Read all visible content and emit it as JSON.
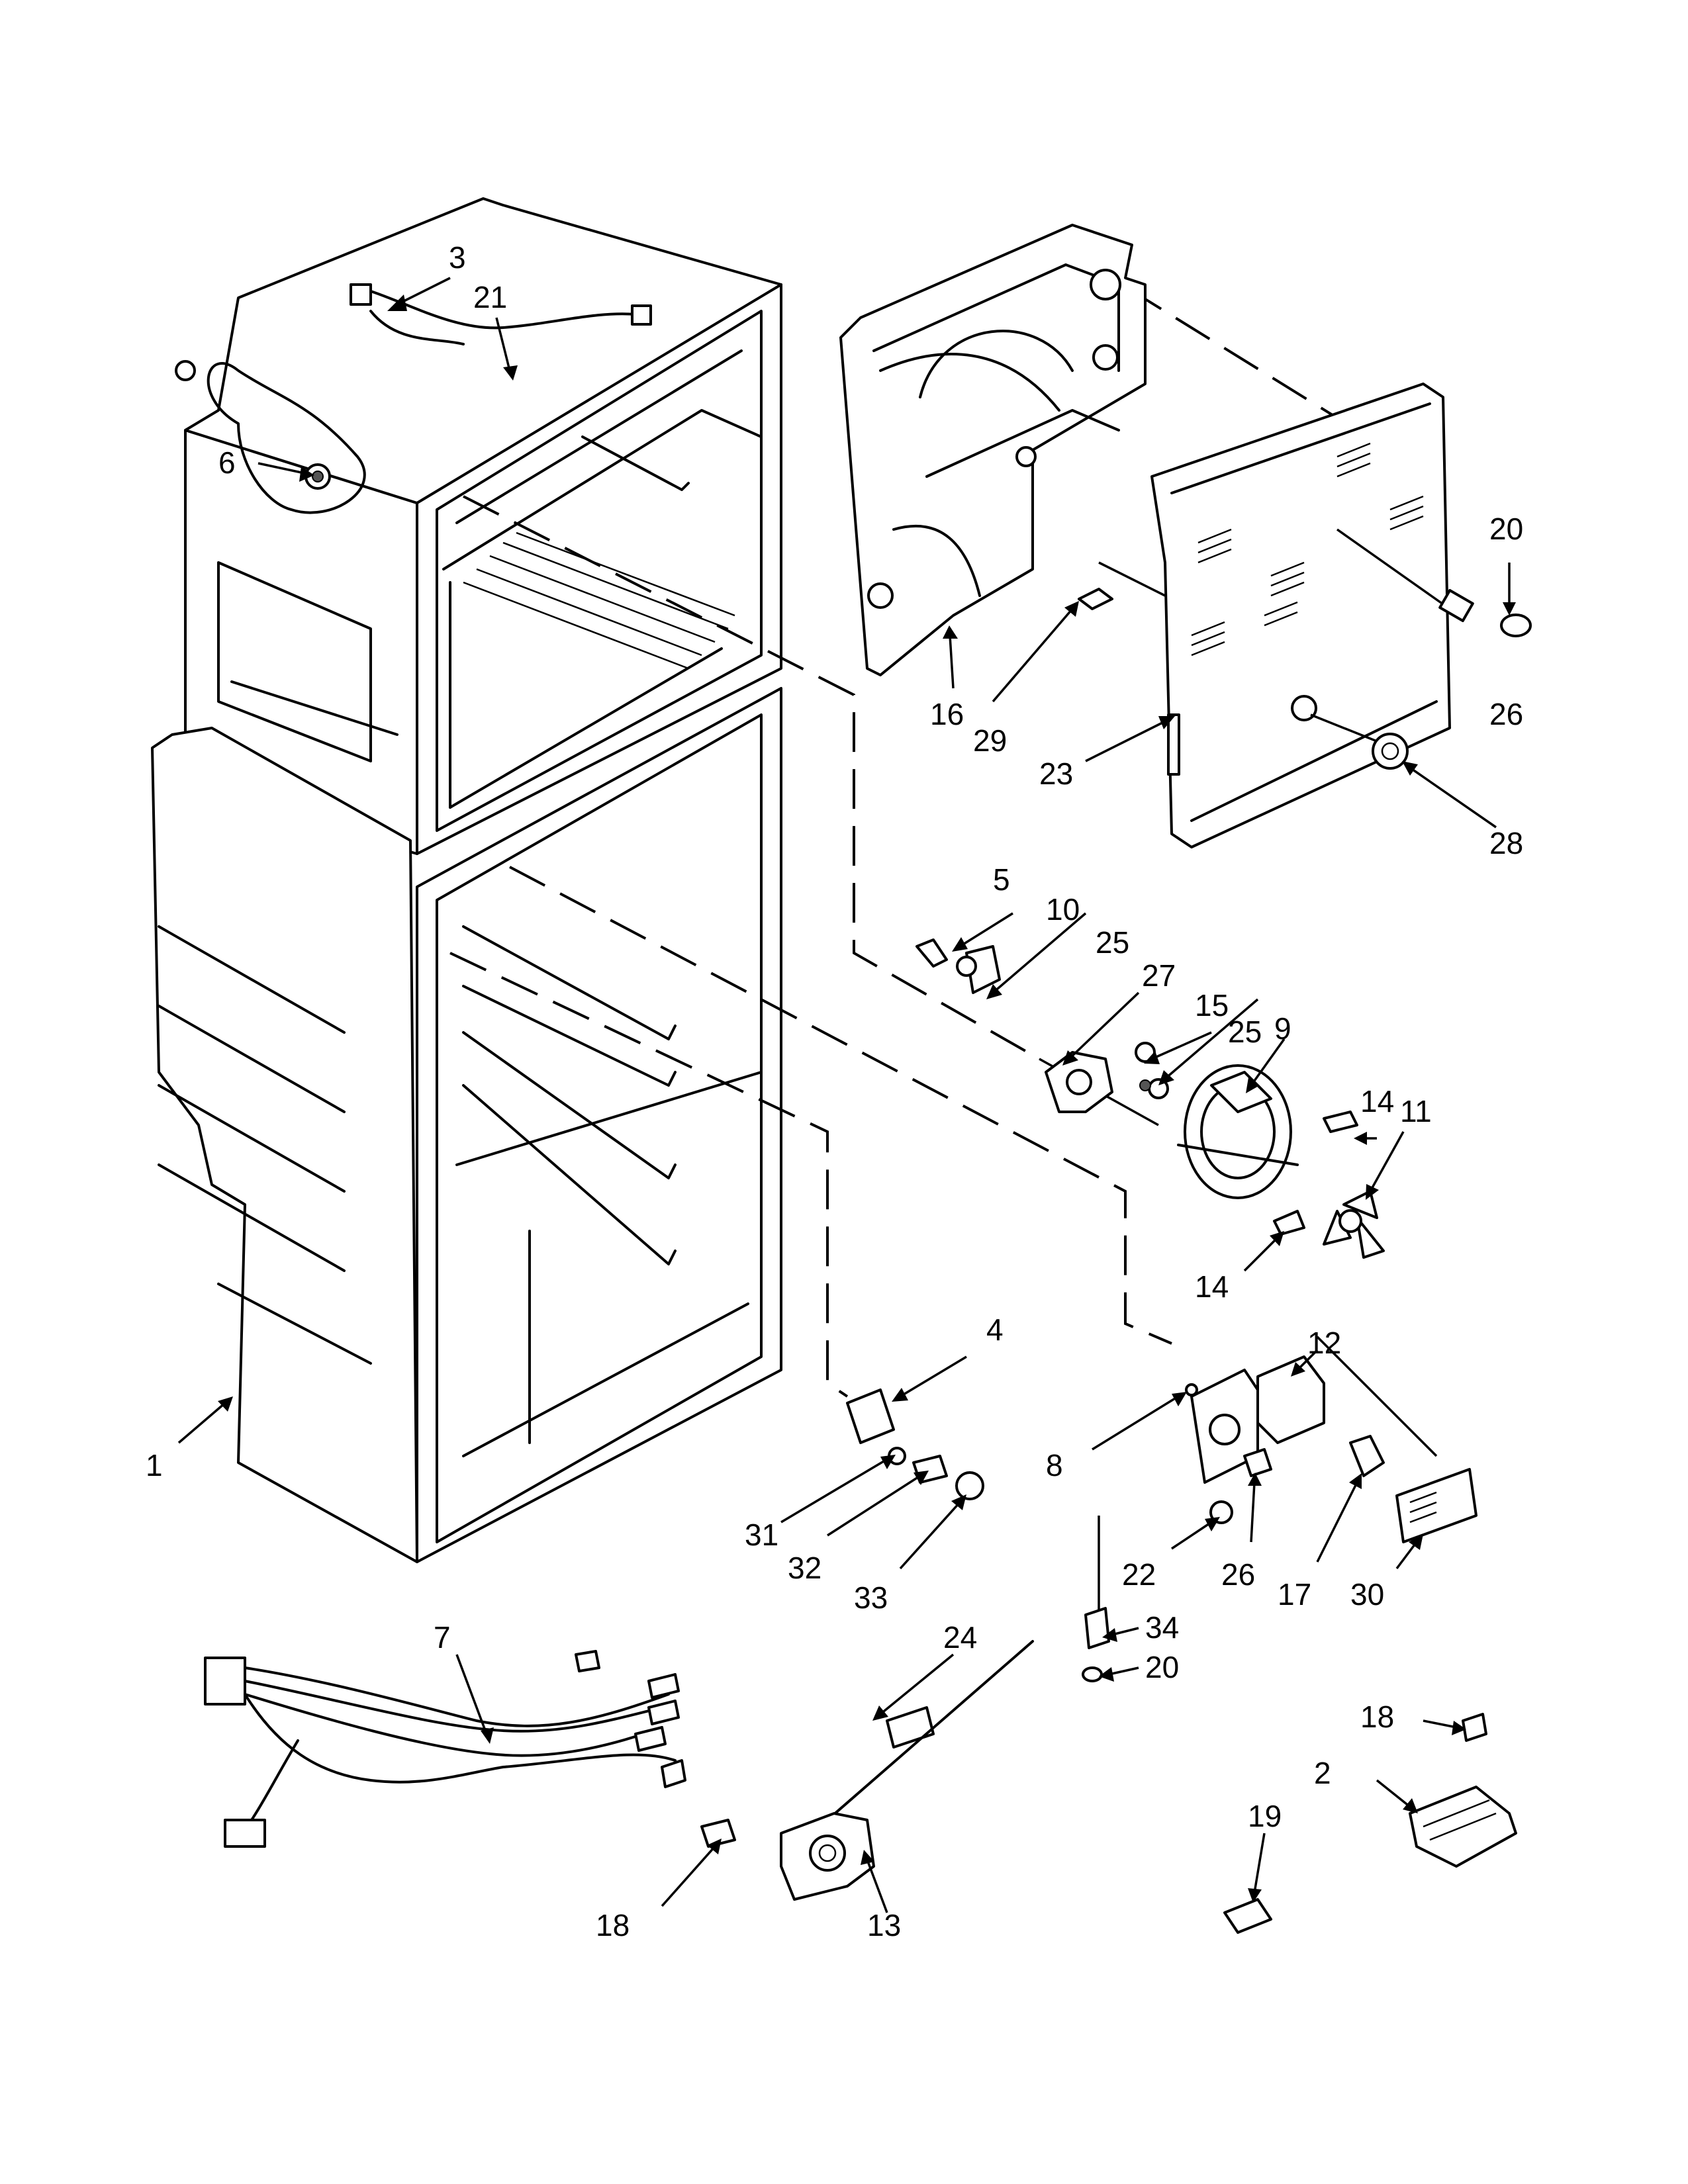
{
  "diagram": {
    "callouts": [
      {
        "id": "c3",
        "label": "3"
      },
      {
        "id": "c21",
        "label": "21"
      },
      {
        "id": "c6",
        "label": "6"
      },
      {
        "id": "c16",
        "label": "16"
      },
      {
        "id": "c29",
        "label": "29"
      },
      {
        "id": "c23",
        "label": "23"
      },
      {
        "id": "c20a",
        "label": "20"
      },
      {
        "id": "c26a",
        "label": "26"
      },
      {
        "id": "c28",
        "label": "28"
      },
      {
        "id": "c5",
        "label": "5"
      },
      {
        "id": "c10",
        "label": "10"
      },
      {
        "id": "c25a",
        "label": "25"
      },
      {
        "id": "c27",
        "label": "27"
      },
      {
        "id": "c15",
        "label": "15"
      },
      {
        "id": "c25b",
        "label": "25"
      },
      {
        "id": "c9",
        "label": "9"
      },
      {
        "id": "c14a",
        "label": "14"
      },
      {
        "id": "c11",
        "label": "11"
      },
      {
        "id": "c14b",
        "label": "14"
      },
      {
        "id": "c4",
        "label": "4"
      },
      {
        "id": "c12",
        "label": "12"
      },
      {
        "id": "c1",
        "label": "1"
      },
      {
        "id": "c8",
        "label": "8"
      },
      {
        "id": "c31",
        "label": "31"
      },
      {
        "id": "c32",
        "label": "32"
      },
      {
        "id": "c33",
        "label": "33"
      },
      {
        "id": "c22",
        "label": "22"
      },
      {
        "id": "c26b",
        "label": "26"
      },
      {
        "id": "c17",
        "label": "17"
      },
      {
        "id": "c30",
        "label": "30"
      },
      {
        "id": "c7",
        "label": "7"
      },
      {
        "id": "c24",
        "label": "24"
      },
      {
        "id": "c34",
        "label": "34"
      },
      {
        "id": "c20b",
        "label": "20"
      },
      {
        "id": "c18a",
        "label": "18"
      },
      {
        "id": "c2",
        "label": "2"
      },
      {
        "id": "c19",
        "label": "19"
      },
      {
        "id": "c18b",
        "label": "18"
      },
      {
        "id": "c13",
        "label": "13"
      }
    ]
  }
}
